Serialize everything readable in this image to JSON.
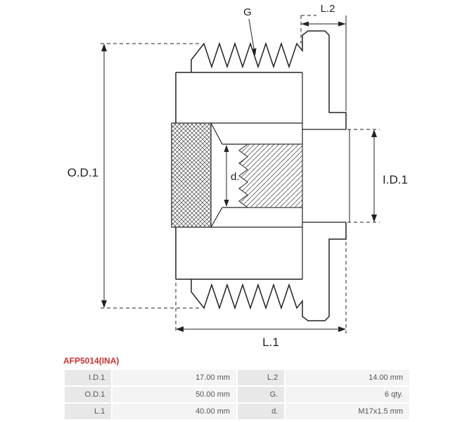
{
  "product": {
    "code": "AFP5014(INA)"
  },
  "diagram": {
    "labels": {
      "od1": "O.D.1",
      "id1": "I.D.1",
      "l1": "L.1",
      "l2": "L.2",
      "g": "G",
      "d": "d."
    }
  },
  "spec_table": {
    "rows": [
      {
        "k1": "I.D.1",
        "v1": "17.00 mm",
        "k2": "L.2",
        "v2": "14.00 mm"
      },
      {
        "k1": "O.D.1",
        "v1": "50.00 mm",
        "k2": "G.",
        "v2": "6 qty."
      },
      {
        "k1": "L.1",
        "v1": "40.00 mm",
        "k2": "d.",
        "v2": "M17x1.5 mm"
      }
    ]
  },
  "colors": {
    "accent_red": "#CC3333",
    "drawing_line": "#222222",
    "label_cell_bg": "#e8e8e8",
    "value_cell_bg": "#f4f4f4"
  }
}
